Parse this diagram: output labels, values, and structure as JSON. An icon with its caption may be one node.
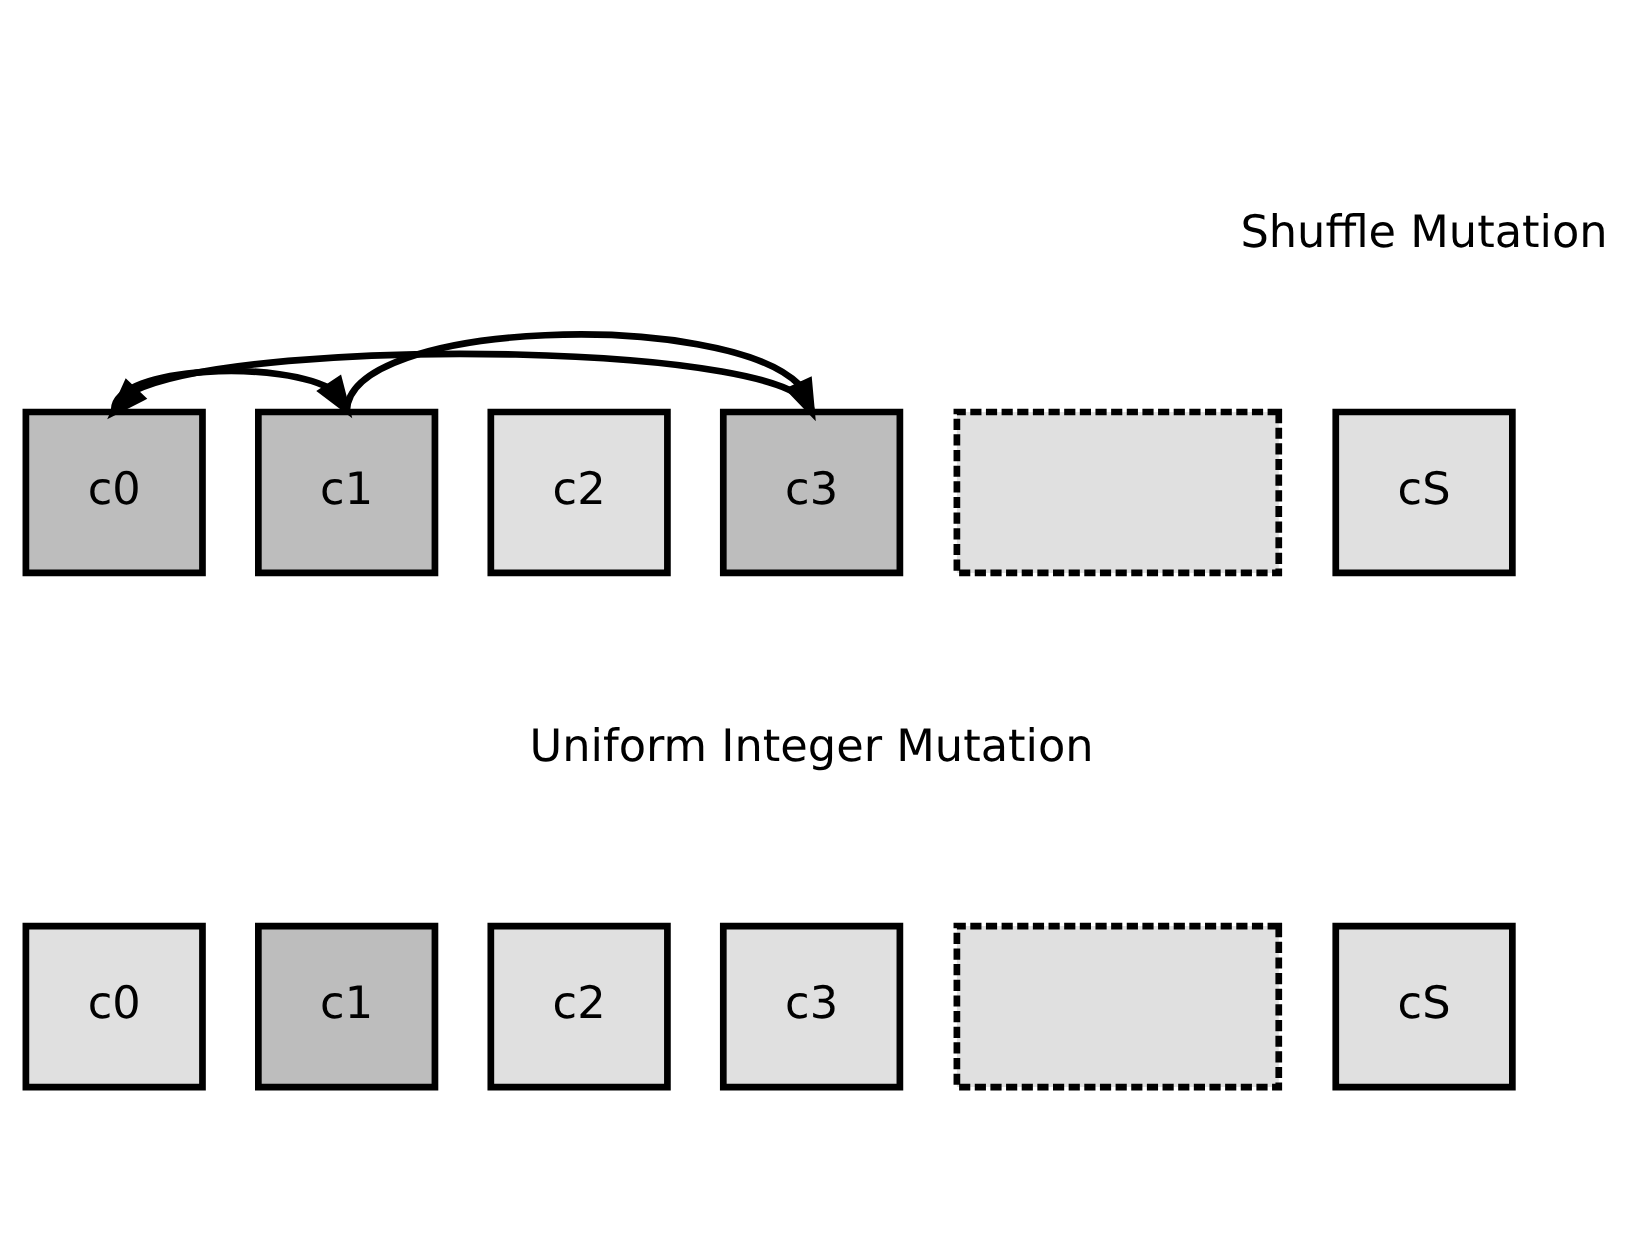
{
  "diagram": {
    "nodes": [
      {
        "text": [
          "c0"
        ]
      },
      {
        "text": [
          "c1"
        ]
      },
      {
        "text": [
          "c2"
        ]
      },
      {
        "text": [
          "c3"
        ]
      },
      {
        "text": [],
        "shape": "box"
      },
      {
        "text": [
          "cS"
        ]
      },
      {
        "text": [
          "c0"
        ]
      },
      {
        "text": [
          "c1"
        ]
      },
      {
        "text": [
          "c2"
        ]
      },
      {
        "text": [
          "c3"
        ]
      },
      {
        "text": [],
        "shape": "box"
      },
      {
        "text": [
          "cS"
        ]
      }
    ],
    "edges": [
      {
        "from": 3,
        "to": 0,
        "arrow": "to"
      },
      {
        "from": 0,
        "to": 1,
        "arrow": "to"
      },
      {
        "from": 1,
        "to": 3,
        "arrow": "to"
      }
    ],
    "labels": [
      "Shuffle Mutation",
      "Uniform Integer Mutation"
    ]
  }
}
